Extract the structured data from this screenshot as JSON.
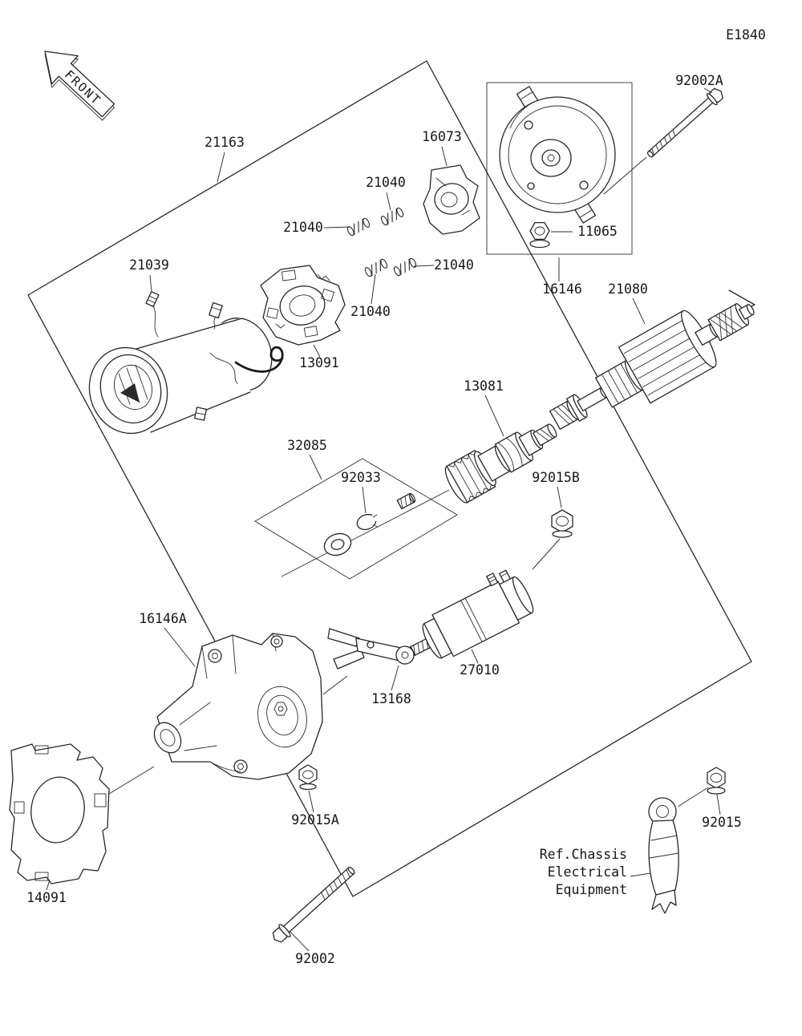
{
  "diagram": {
    "code": "E1840",
    "front_label": "FRONT",
    "ref_note": {
      "line1": "Ref.Chassis",
      "line2": "Electrical",
      "line3": "Equipment"
    }
  },
  "colors": {
    "ink": "#262626",
    "background": "#ffffff"
  },
  "callouts": [
    {
      "part": "92002A"
    },
    {
      "part": "21163"
    },
    {
      "part": "16073"
    },
    {
      "part": "21040"
    },
    {
      "part": "21040"
    },
    {
      "part": "21039"
    },
    {
      "part": "21040"
    },
    {
      "part": "21040"
    },
    {
      "part": "11065"
    },
    {
      "part": "16146"
    },
    {
      "part": "21080"
    },
    {
      "part": "13091"
    },
    {
      "part": "13081"
    },
    {
      "part": "32085"
    },
    {
      "part": "92033"
    },
    {
      "part": "92015B"
    },
    {
      "part": "16146A"
    },
    {
      "part": "27010"
    },
    {
      "part": "13168"
    },
    {
      "part": "92015A"
    },
    {
      "part": "92015"
    },
    {
      "part": "14091"
    },
    {
      "part": "92002"
    }
  ]
}
